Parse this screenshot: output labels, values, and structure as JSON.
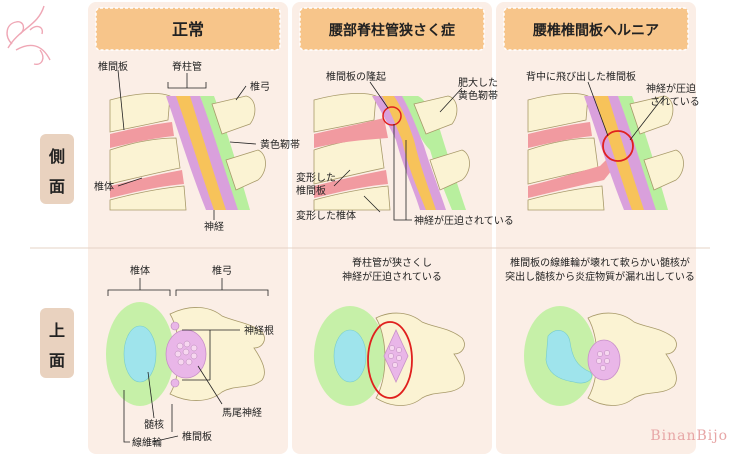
{
  "columns": {
    "normal": {
      "title": "正常"
    },
    "stenosis": {
      "title": "腰部脊柱管狭さく症"
    },
    "hernia": {
      "title": "腰椎椎間板ヘルニア"
    }
  },
  "rows": {
    "side": {
      "label_top": "側",
      "label_bottom": "面"
    },
    "top": {
      "label_top": "上",
      "label_bottom": "面"
    }
  },
  "normal_side": {
    "disc": "椎間板",
    "canal": "脊柱管",
    "arch": "椎弓",
    "ligament": "黄色靭帯",
    "body": "椎体",
    "nerve": "神経"
  },
  "stenosis_side": {
    "disc_bulge": "椎間板の隆起",
    "ligament_line1": "肥大した",
    "ligament_line2": "黄色靭帯",
    "disc_line1": "変形した",
    "disc_line2": "椎間板",
    "body": "変形した椎体",
    "nerve": "神経が圧迫されている"
  },
  "hernia_side": {
    "protrusion": "背中に飛び出した椎間板",
    "nerve_line1": "神経が圧迫",
    "nerve_line2": "されている"
  },
  "normal_top": {
    "body": "椎体",
    "arch": "椎弓",
    "root": "神経根",
    "cauda": "馬尾神経",
    "nucleus": "髄核",
    "annulus": "線維輪",
    "disc": "椎間板"
  },
  "stenosis_top": {
    "line1": "脊柱管が狭さくし",
    "line2": "神経が圧迫されている"
  },
  "hernia_top": {
    "line1": "椎間板の線維輪が壊れて軟らかい髄核が",
    "line2": "突出し髄核から炎症物質が漏れ出している"
  },
  "watermark": "BinanBijo",
  "colors": {
    "panel_bg": "#fbeee6",
    "header_bg": "#f7c58a",
    "label_bg": "#e9d2bf",
    "vertebra": "#fbf3d3",
    "vertebra_edge": "#a89a6a",
    "disc_pink": "#f19aa0",
    "ligament_green": "#b8ef9e",
    "canal_purple": "#d9a0dc",
    "nerve_yellow": "#f7c35a",
    "nucleus_cyan": "#9fe4ec",
    "alert_red": "#e0201e"
  }
}
